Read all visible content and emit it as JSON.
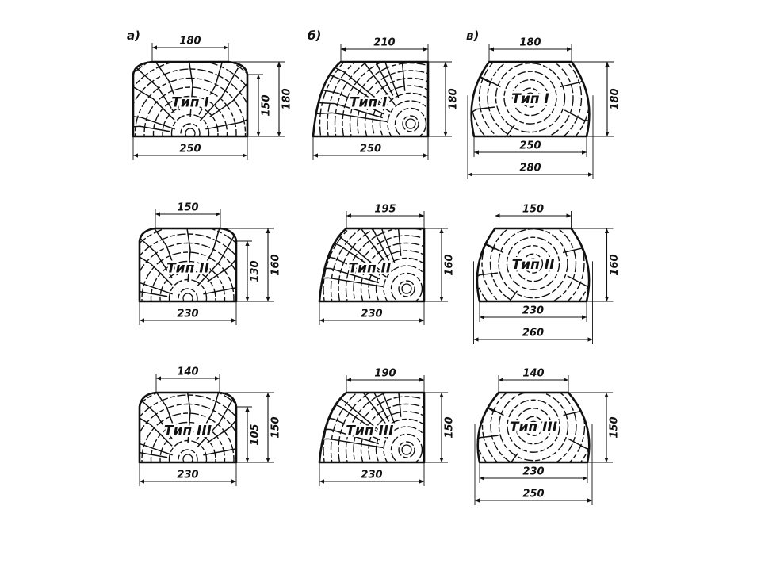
{
  "groups": [
    {
      "label": "а)",
      "variant": "a",
      "items": [
        {
          "type": "Тип I",
          "top": "180",
          "bottom": "250",
          "inner": "150",
          "outer": "180"
        },
        {
          "type": "Тип II",
          "top": "150",
          "bottom": "230",
          "inner": "130",
          "outer": "160"
        },
        {
          "type": "Тип III",
          "top": "140",
          "bottom": "230",
          "inner": "105",
          "outer": "150"
        }
      ]
    },
    {
      "label": "б)",
      "variant": "b",
      "items": [
        {
          "type": "Тип I",
          "top": "210",
          "bottom": "250",
          "outer": "180"
        },
        {
          "type": "Тип II",
          "top": "195",
          "bottom": "230",
          "outer": "160"
        },
        {
          "type": "Тип III",
          "top": "190",
          "bottom": "230",
          "outer": "150"
        }
      ]
    },
    {
      "label": "в)",
      "variant": "c",
      "items": [
        {
          "type": "Тип I",
          "top": "180",
          "bottom": "250",
          "bottom2": "280",
          "outer": "180"
        },
        {
          "type": "Тип II",
          "top": "150",
          "bottom": "230",
          "bottom2": "260",
          "outer": "160"
        },
        {
          "type": "Тип III",
          "top": "140",
          "bottom": "230",
          "bottom2": "250",
          "outer": "150"
        }
      ]
    }
  ]
}
